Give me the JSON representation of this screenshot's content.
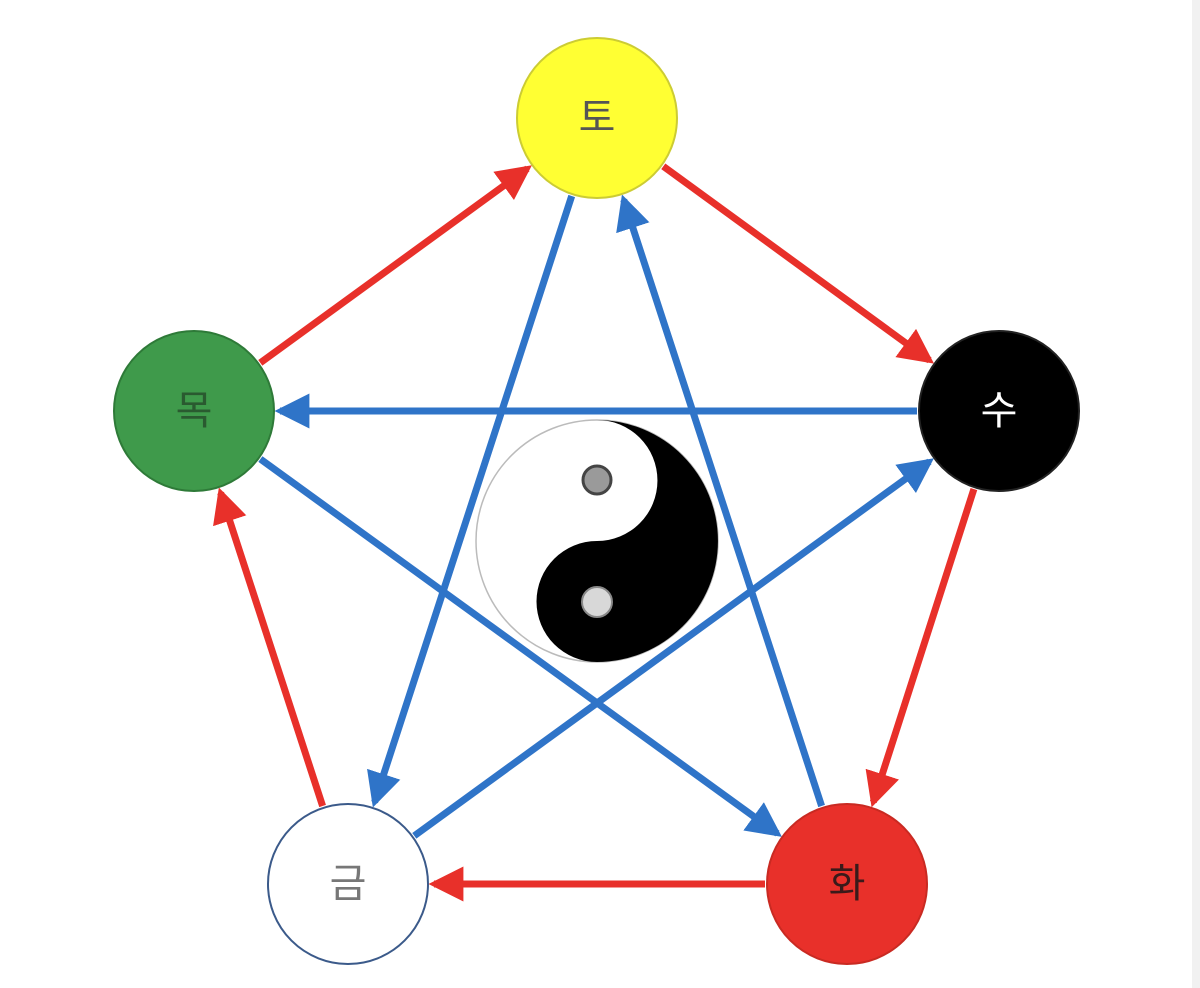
{
  "colors": {
    "generating_arrow": "#e8302a",
    "controlling_arrow": "#2f74c8",
    "yin": "#000000",
    "yang": "#ffffff"
  },
  "elements": {
    "earth": {
      "label": "토",
      "fill": "#ffff33",
      "stroke": "#cccc33",
      "text_color": "#555555"
    },
    "water": {
      "label": "수",
      "fill": "#000000",
      "stroke": "#222222",
      "text_color": "#ffffff"
    },
    "fire": {
      "label": "화",
      "fill": "#e8302a",
      "stroke": "#c92a22",
      "text_color": "#3a1a1a"
    },
    "metal": {
      "label": "금",
      "fill": "#ffffff",
      "stroke": "#3b5a8a",
      "text_color": "#777777"
    },
    "wood": {
      "label": "목",
      "fill": "#3f9a4b",
      "stroke": "#2e7a38",
      "text_color": "#2a5a30"
    }
  },
  "generating_cycle": [
    [
      "wood",
      "earth"
    ],
    [
      "earth",
      "water"
    ],
    [
      "water",
      "fire"
    ],
    [
      "fire",
      "metal"
    ],
    [
      "metal",
      "wood"
    ]
  ],
  "controlling_cycle": [
    [
      "water",
      "wood"
    ],
    [
      "wood",
      "fire"
    ],
    [
      "fire",
      "earth"
    ],
    [
      "earth",
      "metal"
    ],
    [
      "metal",
      "water"
    ]
  ],
  "center_icon": "yin-yang-icon"
}
